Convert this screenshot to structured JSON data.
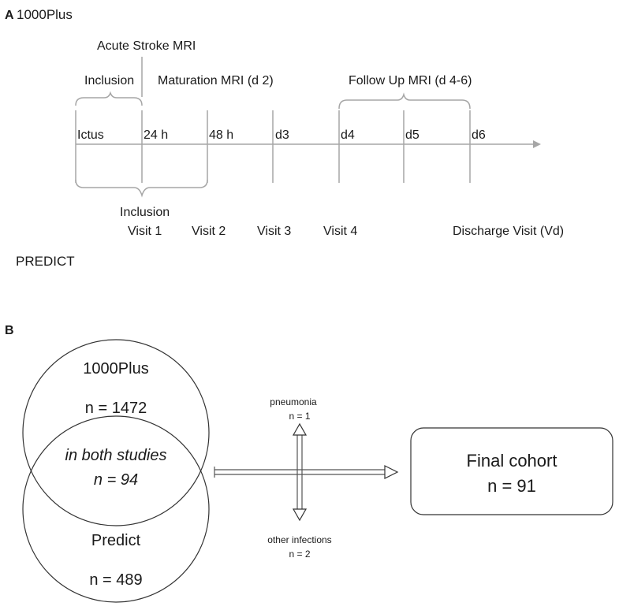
{
  "panel_a": {
    "label": "A",
    "title": "1000Plus",
    "acute_mri": "Acute Stroke MRI",
    "inclusion_top": "Inclusion",
    "maturation_mri": "Maturation MRI (d 2)",
    "followup_mri": "Follow Up MRI (d 4-6)",
    "timepoints": [
      "Ictus",
      "24 h",
      "48 h",
      "d3",
      "d4",
      "d5",
      "d6"
    ],
    "inclusion_bottom": "Inclusion",
    "visits": [
      "Visit 1",
      "Visit 2",
      "Visit 3",
      "Visit 4",
      "Discharge Visit (Vd)"
    ],
    "predict_label": "PREDICT"
  },
  "panel_b": {
    "label": "B",
    "circle_top_name": "1000Plus",
    "circle_top_n": "n = 1472",
    "overlap_label": "in both studies",
    "overlap_n": "n = 94",
    "circle_bottom_name": "Predict",
    "circle_bottom_n": "n = 489",
    "pneumonia_label": "pneumonia",
    "pneumonia_n": "n = 1",
    "other_label": "other infections",
    "other_n": "n = 2",
    "final_label": "Final cohort",
    "final_n": "n = 91"
  }
}
